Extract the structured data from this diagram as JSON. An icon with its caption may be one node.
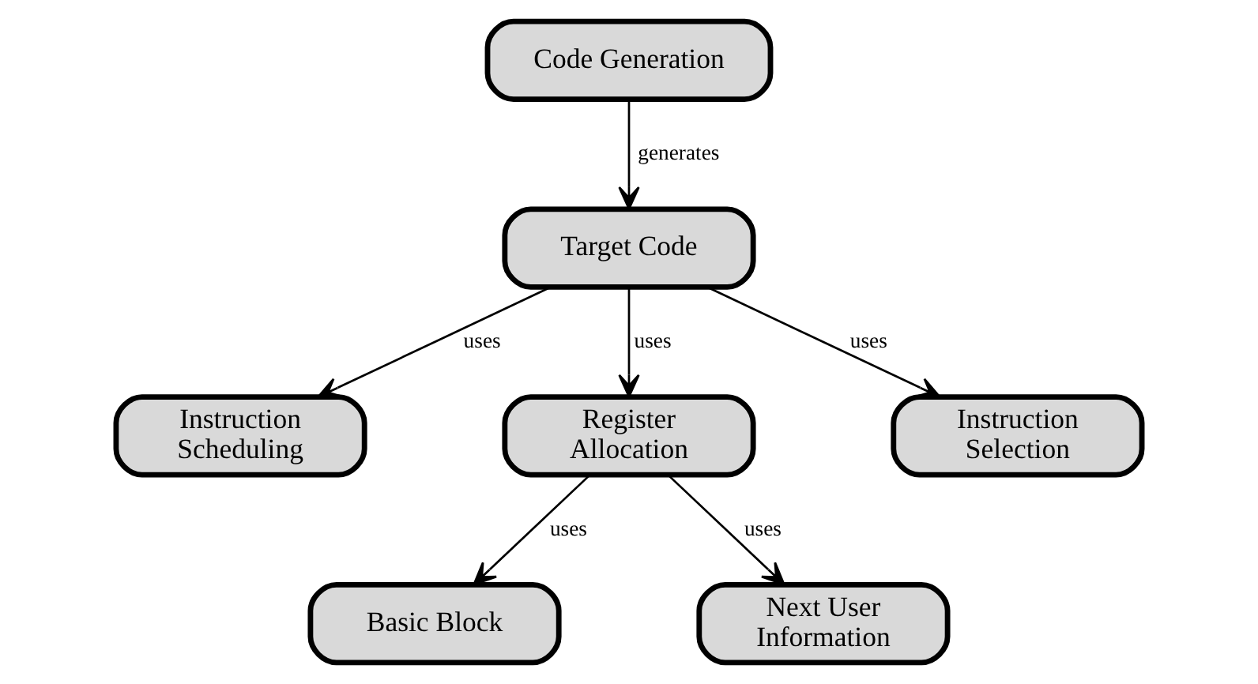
{
  "diagram": {
    "nodes": [
      {
        "text": [
          "Code Generation"
        ]
      },
      {
        "text": [
          "Target Code"
        ]
      },
      {
        "text": [
          "Instruction Scheduling"
        ]
      },
      {
        "text": [
          "Register Allocation"
        ]
      },
      {
        "text": [
          "Instruction Selection"
        ]
      },
      {
        "text": [
          "Basic Block"
        ]
      },
      {
        "text": [
          "Next User Information"
        ]
      }
    ],
    "edges": [
      {
        "from": 0,
        "to": 1,
        "arrow": "to",
        "label": "generates"
      },
      {
        "from": 1,
        "to": 2,
        "arrow": "to",
        "label": "uses"
      },
      {
        "from": 1,
        "to": 3,
        "arrow": "to",
        "label": "uses"
      },
      {
        "from": 1,
        "to": 4,
        "arrow": "to",
        "label": "uses"
      },
      {
        "from": 3,
        "to": 5,
        "arrow": "to",
        "label": "uses"
      },
      {
        "from": 3,
        "to": 6,
        "arrow": "to",
        "label": "uses"
      }
    ]
  }
}
